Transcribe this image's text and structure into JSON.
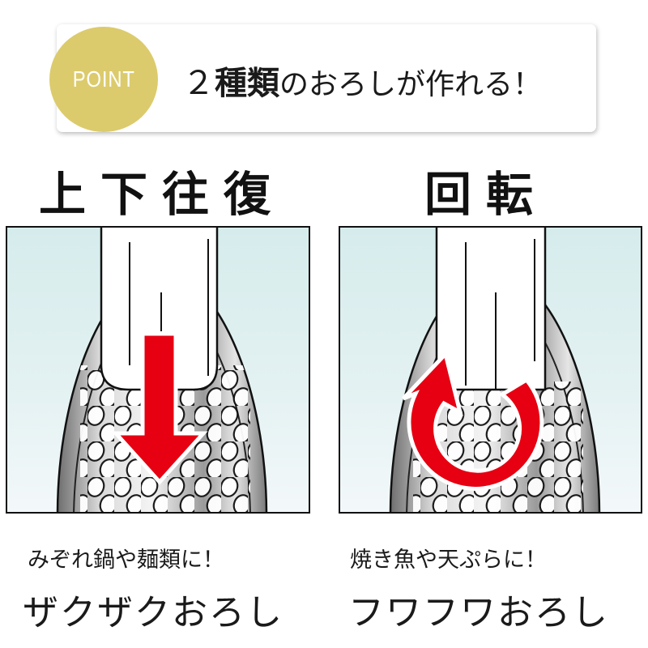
{
  "header": {
    "badge_label": "POINT",
    "headline_number": "２",
    "headline_kanji": "種類",
    "headline_rest": "のおろしが作れる！",
    "badge_color": "#dccb6c"
  },
  "modes": [
    {
      "title": "上下往復",
      "arrow_icon": "down-arrow-icon",
      "subcaption": "みぞれ鍋や麺類に！",
      "caption": "ザクザクおろし"
    },
    {
      "title": "回転",
      "arrow_icon": "rotate-arrow-icon",
      "subcaption": "焼き魚や天ぷらに！",
      "caption": "フワフワおろし"
    }
  ],
  "colors": {
    "arrow_red": "#e60012",
    "panel_bg_top": "#d6ecec",
    "frame": "#111111"
  }
}
